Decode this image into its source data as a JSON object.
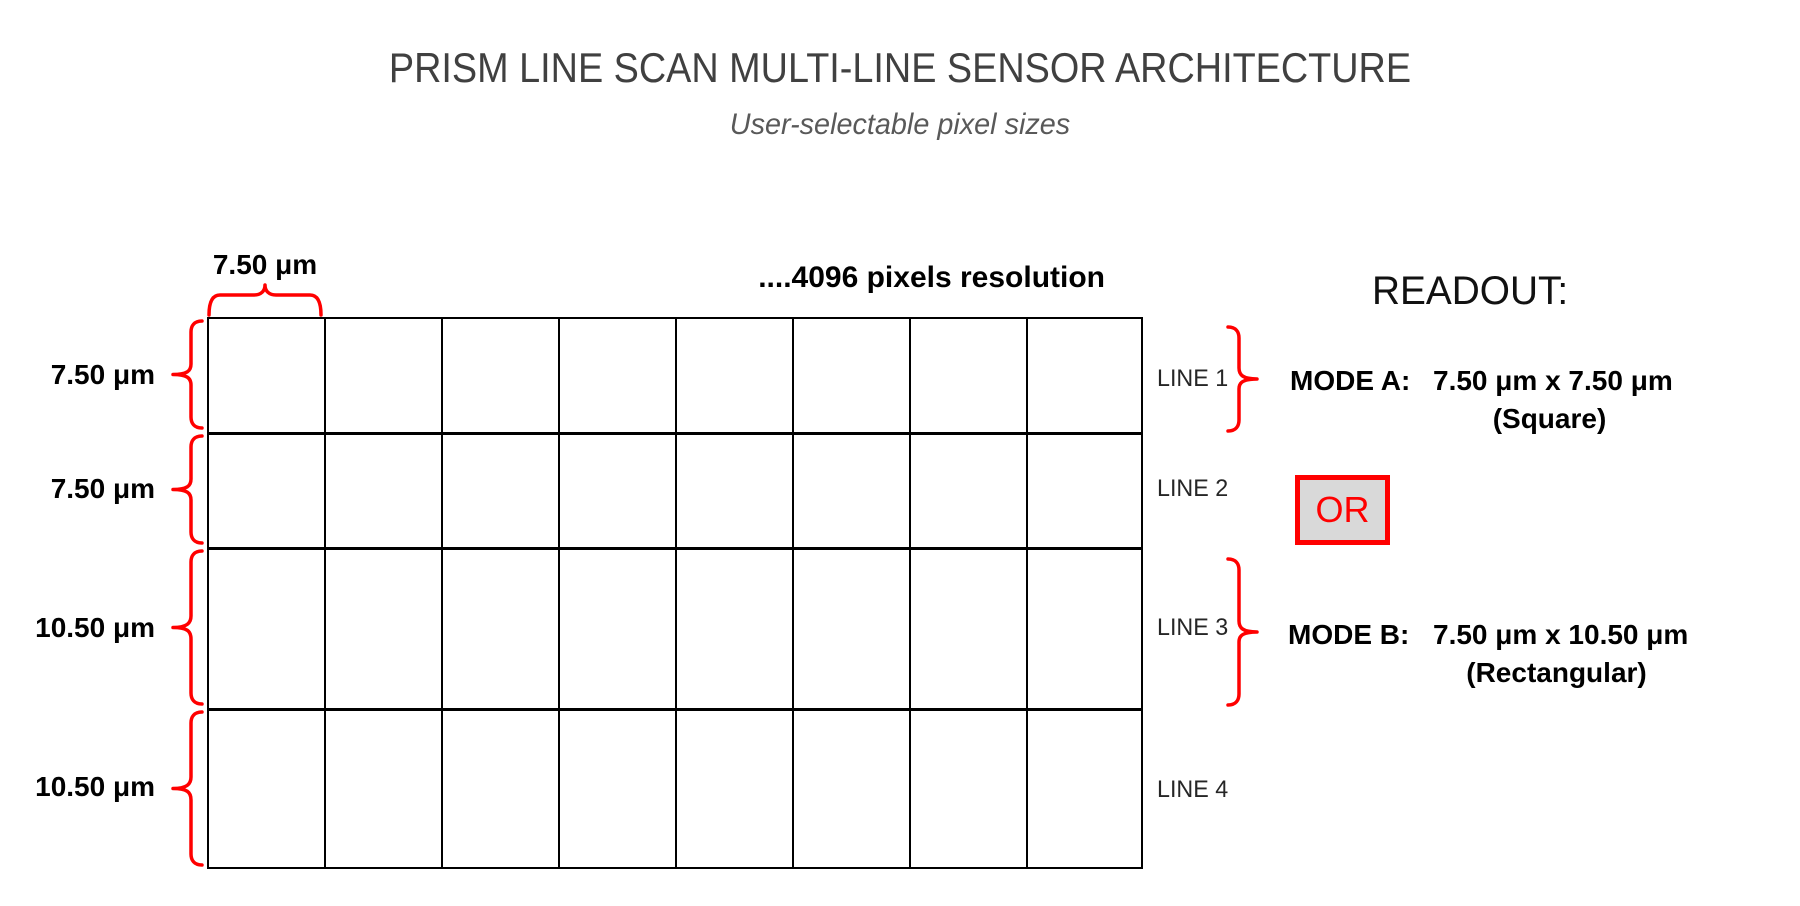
{
  "slide": {
    "title": "PRISM LINE SCAN MULTI-LINE SENSOR ARCHITECTURE",
    "subtitle": "User-selectable pixel sizes"
  },
  "colors": {
    "accent_red": "#FF0000",
    "title_gray": "#404040",
    "subtitle_gray": "#595959",
    "or_box_fill": "#D9D9D9",
    "grid_line": "#000000"
  },
  "sensor": {
    "column_width_label": "7.50 μm",
    "resolution_label": "....4096 pixels resolution",
    "columns_shown": 8,
    "rows": [
      {
        "height_label": "7.50 μm",
        "line_label": "LINE 1"
      },
      {
        "height_label": "7.50 μm",
        "line_label": "LINE 2"
      },
      {
        "height_label": "10.50 μm",
        "line_label": "LINE 3"
      },
      {
        "height_label": "10.50 μm",
        "line_label": "LINE 4"
      }
    ]
  },
  "readout": {
    "heading": "READOUT:",
    "mode_a": {
      "label": "MODE A:",
      "dimensions": "7.50 μm x 7.50 μm",
      "shape": "(Square)"
    },
    "or_label": "OR",
    "mode_b": {
      "label": "MODE B:",
      "dimensions": "7.50 μm x 10.50 μm",
      "shape": "(Rectangular)"
    }
  }
}
